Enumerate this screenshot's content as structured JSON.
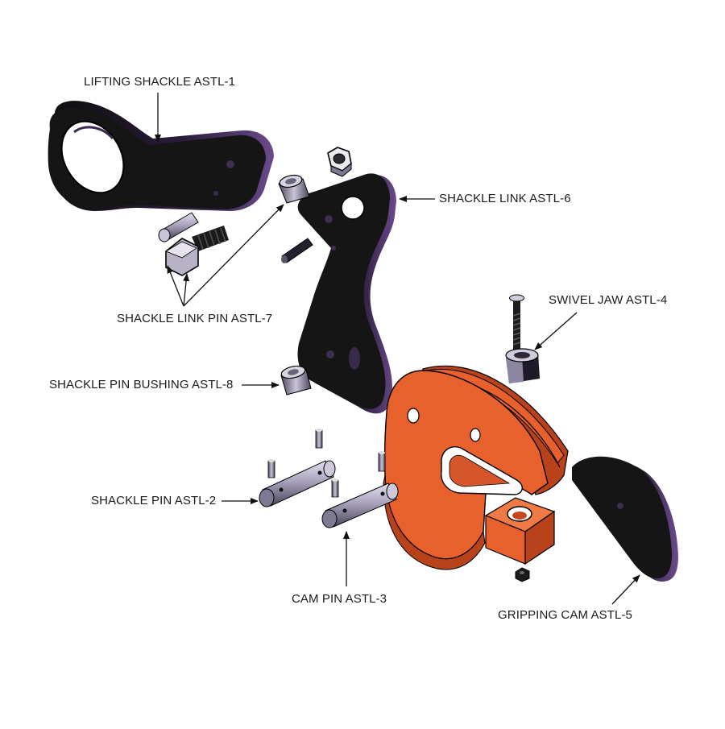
{
  "labels": {
    "lifting_shackle": "LIFTING SHACKLE ASTL-1",
    "shackle_link": "SHACKLE LINK ASTL-6",
    "swivel_jaw": "SWIVEL JAW ASTL-4",
    "shackle_link_pin": "SHACKLE LINK PIN ASTL-7",
    "shackle_pin_bushing": "SHACKLE PIN BUSHING ASTL-8",
    "shackle_pin": "SHACKLE PIN ASTL-2",
    "cam_pin": "CAM PIN ASTL-3",
    "gripping_cam": "GRIPPING CAM ASTL-5"
  },
  "colors": {
    "black_part": "#141414",
    "orange_body": "#e8602c",
    "orange_edge": "#b8421a",
    "steel_light": "#b9b4c8",
    "steel_dark": "#5a5468",
    "outline": "#000000"
  }
}
